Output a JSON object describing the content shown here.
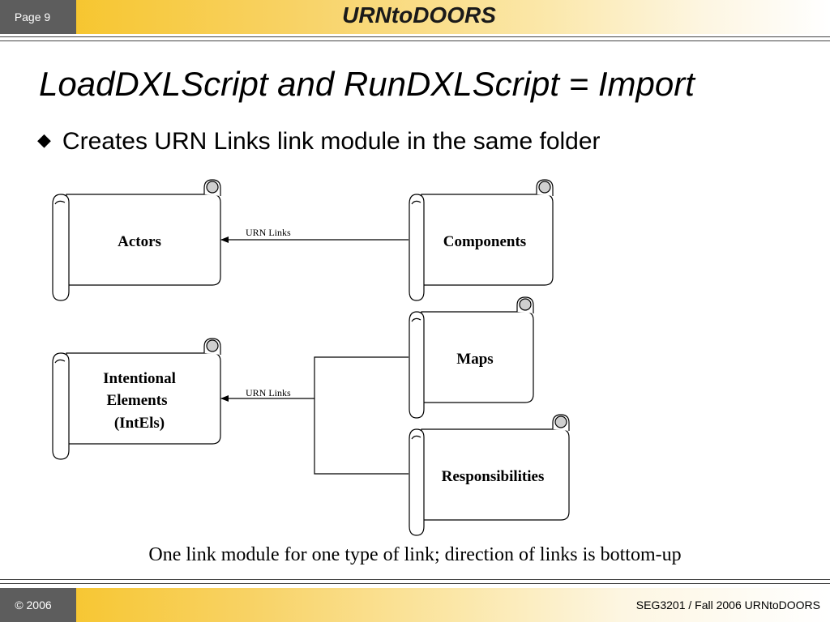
{
  "header": {
    "page_label": "Page 9",
    "brand_title": "URNtoDOORS"
  },
  "slide": {
    "title": "LoadDXLScript and RunDXLScript = Import",
    "bullet_glyph": "◆",
    "bullet": "Creates URN Links link module in the same folder",
    "caption": "One link module for one type of link; direction of links is bottom-up"
  },
  "diagram": {
    "modules": {
      "actors": "Actors",
      "components": "Components",
      "intels_line1": "Intentional",
      "intels_line2": "Elements",
      "intels_line3": "(IntEls)",
      "maps": "Maps",
      "responsibilities": "Responsibilities"
    },
    "links": {
      "top_label": "URN Links",
      "bottom_label": "URN Links"
    }
  },
  "footer": {
    "copyright": "© 2006",
    "course": "SEG3201 / Fall 2006   URNtoDOORS"
  }
}
